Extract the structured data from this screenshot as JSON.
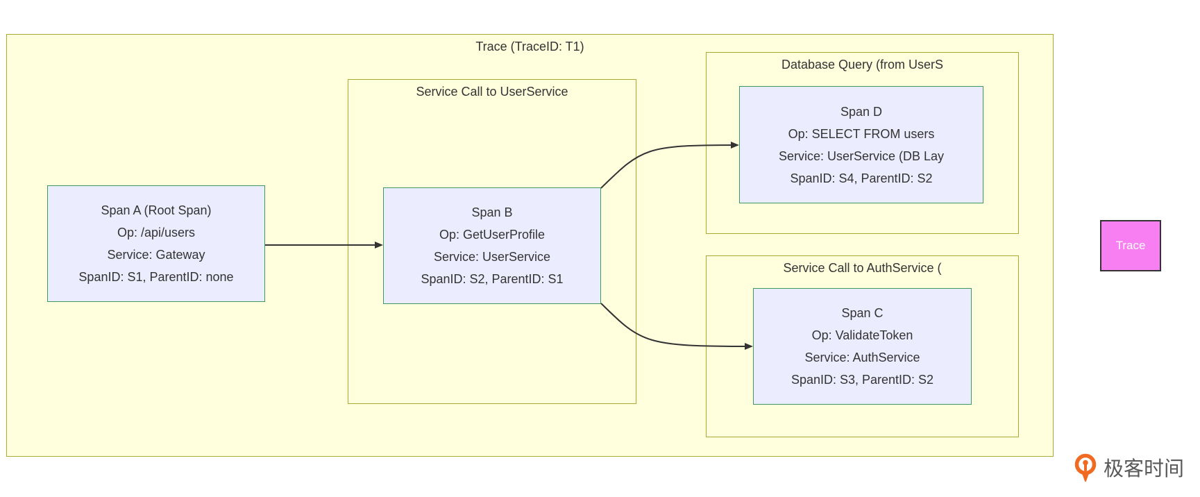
{
  "diagram": {
    "trace": {
      "title": "Trace (TraceID: T1)"
    },
    "subgraphs": [
      {
        "id": "user_service_call",
        "title": "Service Call to UserService"
      },
      {
        "id": "db_query",
        "title": "Database Query (from UserS"
      },
      {
        "id": "auth_service_call",
        "title": "Service Call to AuthService ("
      }
    ],
    "nodes": [
      {
        "id": "span_a",
        "lines": [
          "Span A (Root Span)",
          "Op: /api/users",
          "Service: Gateway",
          "SpanID: S1, ParentID: none"
        ]
      },
      {
        "id": "span_b",
        "lines": [
          "Span B",
          "Op: GetUserProfile",
          "Service: UserService",
          "SpanID: S2, ParentID: S1"
        ]
      },
      {
        "id": "span_d",
        "lines": [
          "Span D",
          "Op: SELECT FROM users",
          "Service: UserService (DB Lay",
          "SpanID: S4, ParentID: S2"
        ]
      },
      {
        "id": "span_c",
        "lines": [
          "Span C",
          "Op: ValidateToken",
          "Service: AuthService",
          "SpanID: S3, ParentID: S2"
        ]
      }
    ],
    "edges": [
      {
        "from": "span_a",
        "to": "span_b"
      },
      {
        "from": "span_b",
        "to": "span_d"
      },
      {
        "from": "span_b",
        "to": "span_c"
      }
    ]
  },
  "legend": {
    "trace_label": "Trace"
  },
  "watermark": {
    "text": "极客时间",
    "icon": "geektime-logo-icon"
  },
  "colors": {
    "cluster_fill": "#ffffde",
    "cluster_border": "#aaaa33",
    "node_fill": "#ececff",
    "node_border": "#3d9760",
    "text": "#333333",
    "edge": "#333333",
    "legend_fill": "#f87ff2",
    "legend_border": "#333333",
    "legend_text": "#ffffff",
    "logo_orange": "#f06a22",
    "logo_text": "#595959"
  }
}
